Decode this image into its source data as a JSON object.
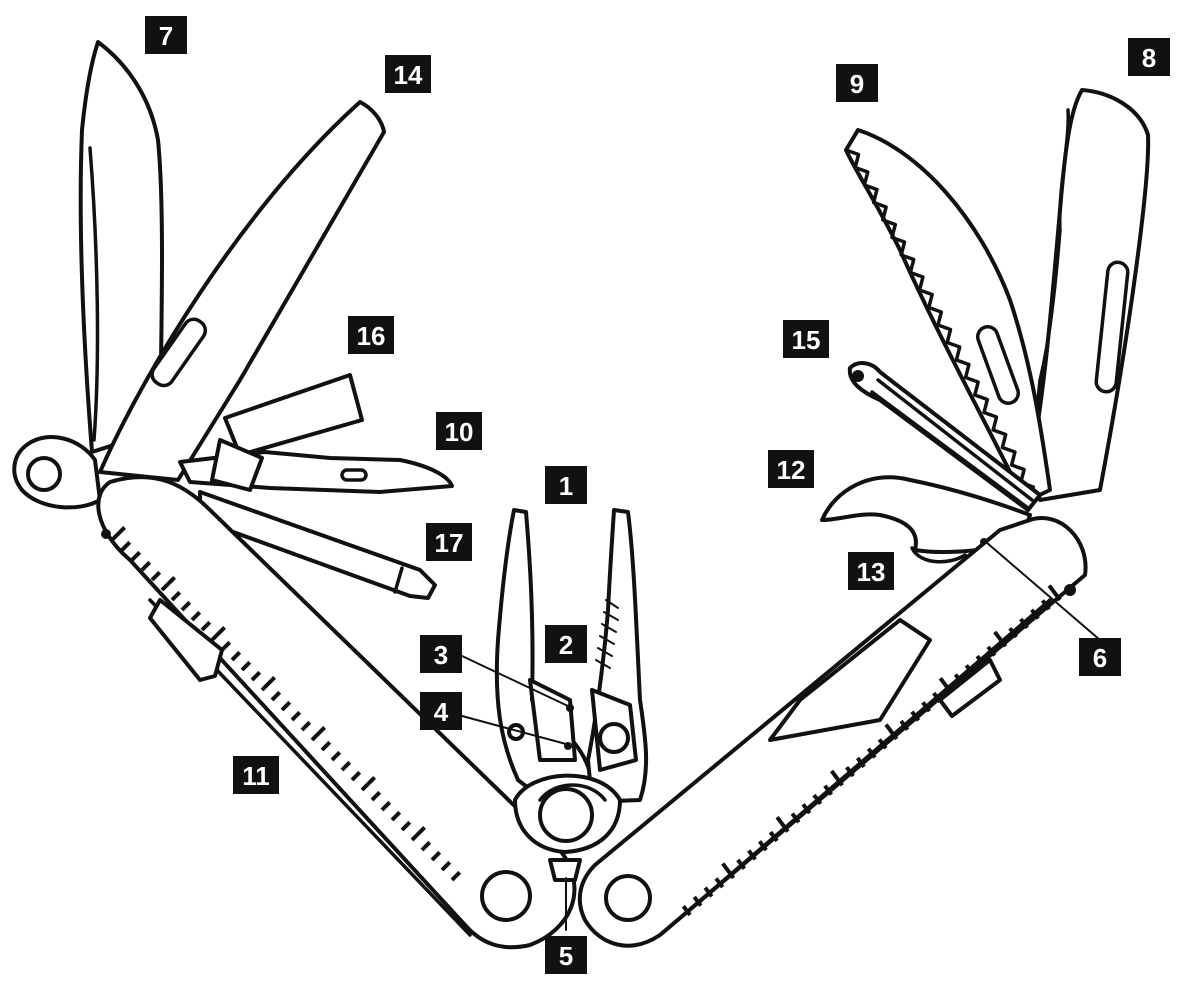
{
  "diagram": {
    "callouts": [
      {
        "id": "c7",
        "label": "7"
      },
      {
        "id": "c14",
        "label": "14"
      },
      {
        "id": "c16",
        "label": "16"
      },
      {
        "id": "c10",
        "label": "10"
      },
      {
        "id": "c17",
        "label": "17"
      },
      {
        "id": "c1",
        "label": "1"
      },
      {
        "id": "c2",
        "label": "2"
      },
      {
        "id": "c3",
        "label": "3"
      },
      {
        "id": "c4",
        "label": "4"
      },
      {
        "id": "c11",
        "label": "11"
      },
      {
        "id": "c5",
        "label": "5"
      },
      {
        "id": "c9",
        "label": "9"
      },
      {
        "id": "c8",
        "label": "8"
      },
      {
        "id": "c15",
        "label": "15"
      },
      {
        "id": "c12",
        "label": "12"
      },
      {
        "id": "c13",
        "label": "13"
      },
      {
        "id": "c6",
        "label": "6"
      }
    ]
  }
}
